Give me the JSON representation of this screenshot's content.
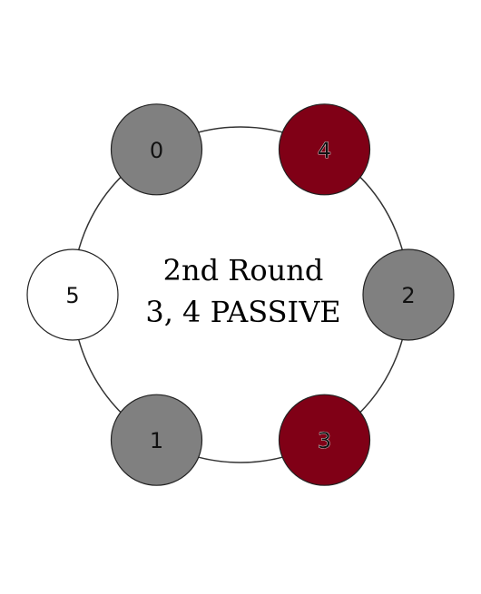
{
  "title": {
    "line1": "2nd Round",
    "line2": "3, 4 PASSIVE"
  },
  "colors": {
    "ring": "#333333",
    "gray": "#808080",
    "passive": "#800016",
    "white": "#ffffff",
    "stroke": "#222222",
    "label_dark": "#111111",
    "label_light": "#ffffff"
  },
  "nodes": [
    {
      "id": "0",
      "state": "gray"
    },
    {
      "id": "4",
      "state": "passive"
    },
    {
      "id": "2",
      "state": "gray"
    },
    {
      "id": "3",
      "state": "passive"
    },
    {
      "id": "1",
      "state": "gray"
    },
    {
      "id": "5",
      "state": "white"
    }
  ]
}
